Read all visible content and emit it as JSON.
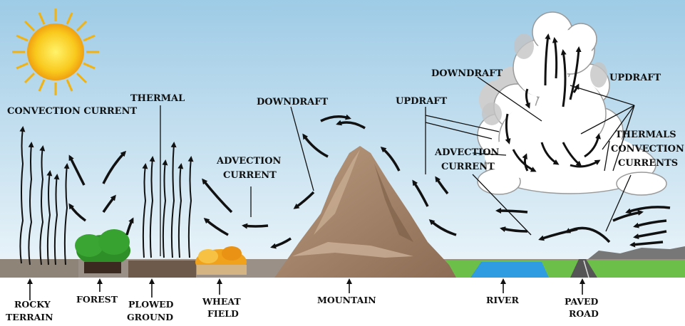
{
  "labels": {
    "convection_current": "CONVECTION CURRENT",
    "thermal": "THERMAL",
    "downdraft_mountain": "DOWNDRAFT",
    "updraft_mountain": "UPDRAFT",
    "advection_left_1": "ADVECTION",
    "advection_left_2": "CURRENT",
    "advection_right_1": "ADVECTION",
    "advection_right_2": "CURRENT",
    "downdraft_cloud": "DOWNDRAFT",
    "updraft_cloud": "UPDRAFT",
    "thermals": "THERMALS",
    "convection_1": "CONVECTION",
    "convection_2": "CURRENTS"
  },
  "ground_labels": {
    "rocky_1": "ROCKY",
    "rocky_2": "TERRAIN",
    "forest": "FOREST",
    "plowed_1": "PLOWED",
    "plowed_2": "GROUND",
    "wheat_1": "WHEAT",
    "wheat_2": "FIELD",
    "mountain": "MOUNTAIN",
    "river": "RIVER",
    "paved_1": "PAVED",
    "paved_2": "ROAD"
  },
  "colors": {
    "sky_top": "#9ecbe6",
    "sky_bottom": "#e8f3f8",
    "sun": "#f7c21a",
    "mountain": "#a98a6e",
    "grass": "#6cc04a",
    "river": "#2f9be0",
    "forest": "#2f9a2a",
    "wheat": "#f0a21c",
    "cloud": "#ffffff",
    "cloud_shade": "#b8b8b8"
  }
}
